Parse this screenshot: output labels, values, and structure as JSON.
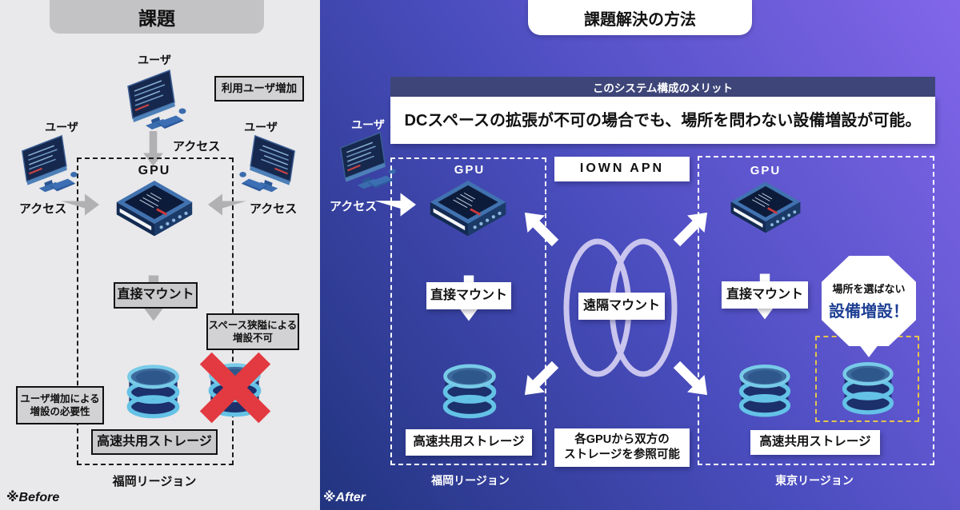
{
  "panels": {
    "before": {
      "title": "課題",
      "footnote": "※Before",
      "user_label_top": "ユーザ",
      "user_label_left": "ユーザ",
      "user_label_right": "ユーザ",
      "increase_badge": "利用ユーザ増加",
      "access_top": "アクセス",
      "access_left": "アクセス",
      "access_right": "アクセス",
      "gpu_label": "GPU",
      "direct_mount": "直接マウント",
      "space_box": {
        "line1": "スペース狭隘による",
        "line2": "増設不可"
      },
      "need_box": {
        "line1": "ユーザ増加による",
        "line2": "増設の必要性"
      },
      "storage_label": "高速共用ストレージ",
      "region": "福岡リージョン"
    },
    "after": {
      "title": "課題解決の方法",
      "footnote": "※After",
      "merit_heading": "このシステム構成のメリット",
      "merit_message": "DCスペースの拡張が不可の場合でも、場所を問わない設備増設が可能。",
      "user_label": "ユーザ",
      "access_label": "アクセス",
      "iown_apn": "IOWN APN",
      "remote_mount": "遠隔マウント",
      "share_box": {
        "line1": "各GPUから双方の",
        "line2": "ストレージを参照可能"
      },
      "fukuoka": {
        "gpu_label": "GPU",
        "direct_mount": "直接マウント",
        "storage_label": "高速共用ストレージ",
        "region": "福岡リージョン"
      },
      "tokyo": {
        "gpu_label": "GPU",
        "direct_mount": "直接マウント",
        "storage_label": "高速共用ストレージ",
        "region": "東京リージョン",
        "bubble": {
          "line1": "場所を選ばない",
          "line2": "設備増設！"
        }
      }
    }
  },
  "colors": {
    "before_bg": "#e9e8ea",
    "header_gray": "#c3c2c5",
    "box_gray": "#d2d2d4",
    "arrow_gray": "#b1b1b4",
    "after_gradient_start": "#22347f",
    "after_gradient_end": "#8266ea",
    "merit_bar": "#3e4679",
    "bubble_accent_blue": "#1e3f94",
    "cross_red": "#e23a40",
    "yellow_dashed": "#e5c44d",
    "ring_lavender": "#c9c5ee"
  }
}
